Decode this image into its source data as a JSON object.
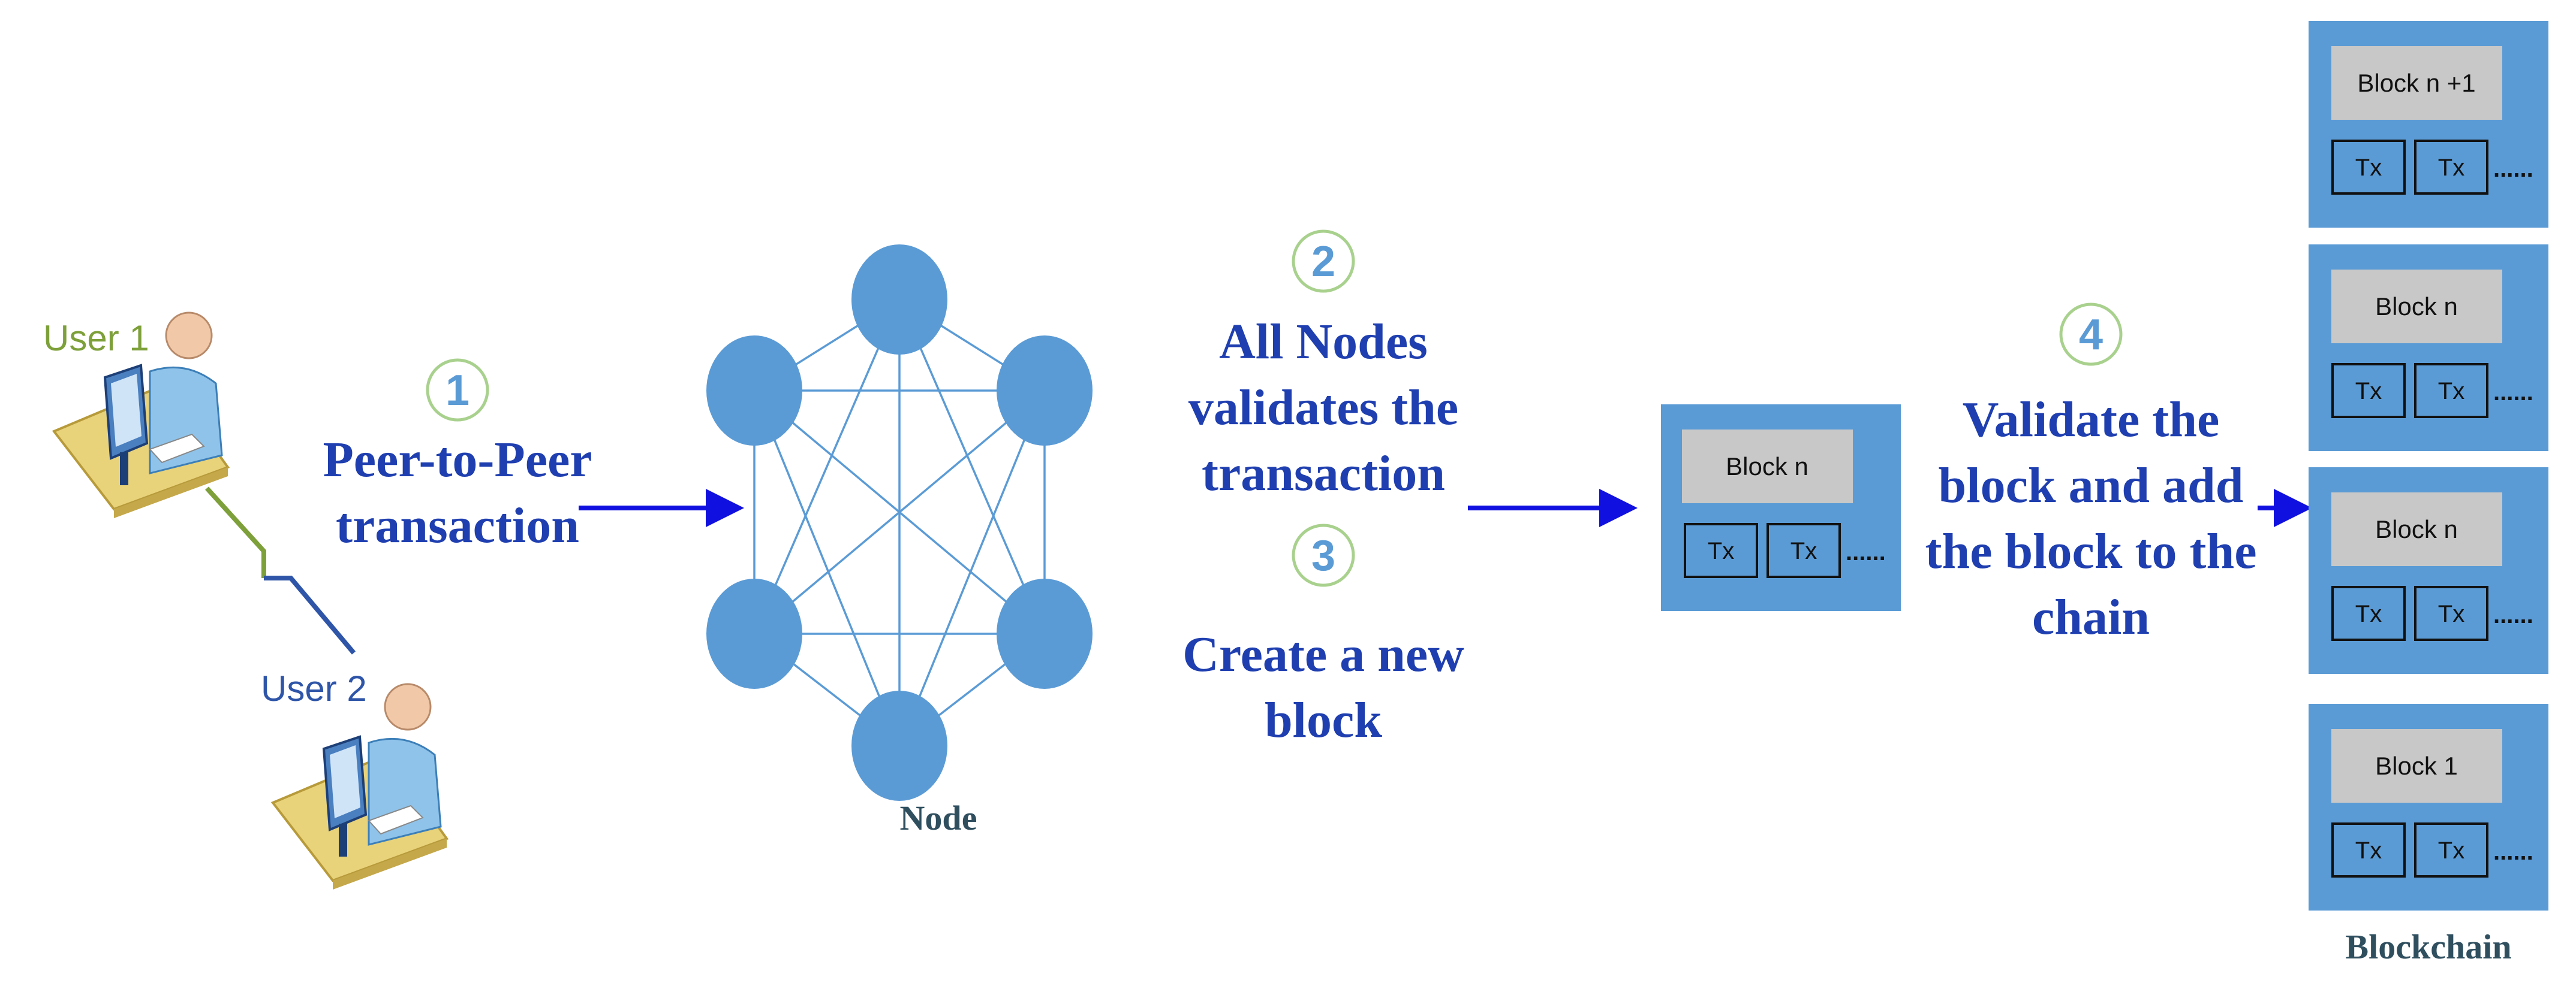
{
  "users": {
    "user1": {
      "label": "User 1",
      "color": "#7ea03a"
    },
    "user2": {
      "label": "User 2",
      "color": "#2e55a8"
    }
  },
  "steps": [
    {
      "number": "1",
      "lines": [
        "Peer-to-Peer",
        "transaction"
      ]
    },
    {
      "number": "2",
      "lines": [
        "All Nodes",
        "validates the",
        "transaction"
      ]
    },
    {
      "number": "3",
      "lines": [
        "Create a new",
        "block"
      ]
    },
    {
      "number": "4",
      "lines": [
        "Validate the",
        "block and add",
        "the block to the",
        "chain"
      ]
    }
  ],
  "network": {
    "caption": "Node",
    "node_color": "#5b9bd5"
  },
  "new_block": {
    "label": "Block n",
    "tx": [
      "Tx",
      "Tx"
    ],
    "more": "......"
  },
  "blockchain": {
    "caption": "Blockchain",
    "blocks": [
      {
        "label": "Block n +1",
        "tx": [
          "Tx",
          "Tx"
        ],
        "more": "......"
      },
      {
        "label": "Block n",
        "tx": [
          "Tx",
          "Tx"
        ],
        "more": "......"
      },
      {
        "label": "Block n",
        "tx": [
          "Tx",
          "Tx"
        ],
        "more": "......"
      },
      {
        "label": "Block 1",
        "tx": [
          "Tx",
          "Tx"
        ],
        "more": "......"
      }
    ]
  },
  "colors": {
    "block_bg": "#5b9bd5",
    "block_header": "#c8c8c8",
    "arrow": "#1010e0",
    "circle_outline": "#a9d18e"
  }
}
